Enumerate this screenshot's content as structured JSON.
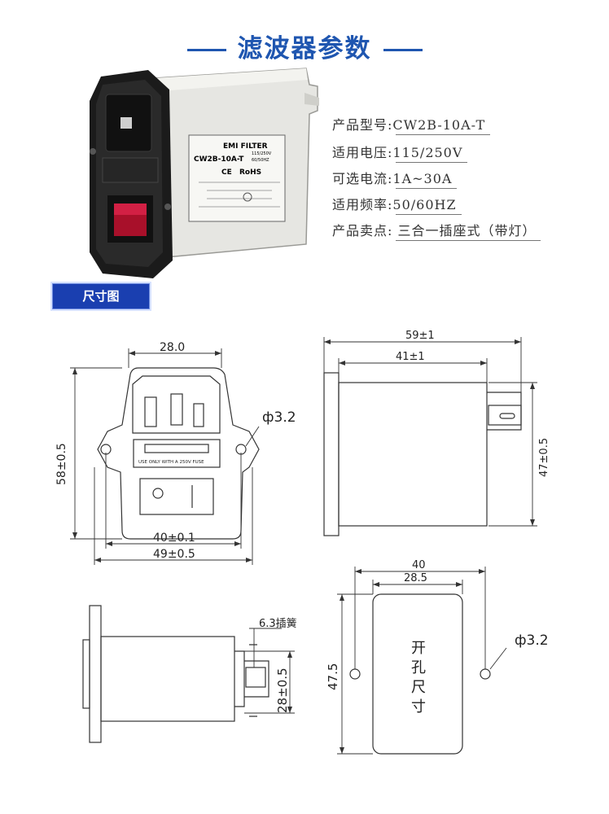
{
  "header": {
    "title": "滤波器参数"
  },
  "product": {
    "label_title": "EMI FILTER",
    "label_model": "CW2B-10A-T",
    "label_rating": "115/250V",
    "label_freq": "60/50HZ",
    "label_rohs": "RoHS",
    "label_ce": "CE"
  },
  "specs": [
    {
      "text": "产品型号:CW2B-10A-T"
    },
    {
      "text": "适用电压:115/250V"
    },
    {
      "text": "可选电流:1A~30A"
    },
    {
      "text": "适用频率:50/60HZ"
    },
    {
      "text": "产品卖点: 三合一插座式（带灯）"
    }
  ],
  "section_badge": "尺寸图",
  "front_view": {
    "width_top": "28.0",
    "height_left": "58±0.5",
    "hole_dia": "ф3.2",
    "fuse_text": "USE ONLY WITH A 250V FUSE",
    "hole_spacing": "40±0.1",
    "flange_width": "49±0.5"
  },
  "side_view": {
    "overall_length": "59±1",
    "body_length": "41±1",
    "body_height": "47±0.5"
  },
  "bottom_view": {
    "terminal": "6.3插簧",
    "terminal_spacing": "28±0.5"
  },
  "cutout_view": {
    "outer_width": "40",
    "inner_width": "28.5",
    "height": "47.5",
    "hole_dia": "ф3.2",
    "label": [
      "开",
      "孔",
      "尺",
      "寸"
    ]
  }
}
